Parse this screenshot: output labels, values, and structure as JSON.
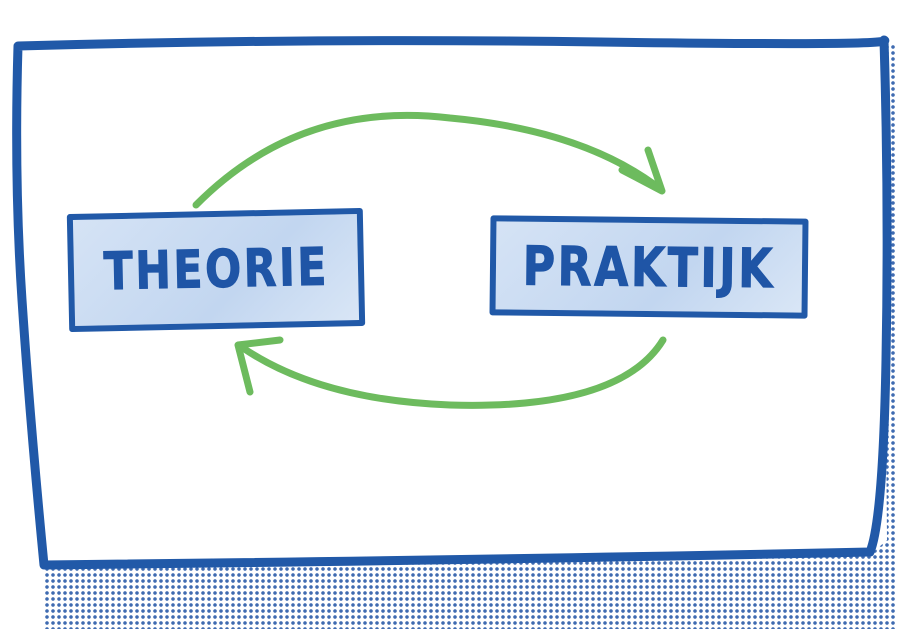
{
  "diagram": {
    "nodes": [
      {
        "id": "theorie",
        "label": "THEORIE"
      },
      {
        "id": "praktijk",
        "label": "PRAKTIJK"
      }
    ],
    "edges": [
      {
        "from": "theorie",
        "to": "praktijk"
      },
      {
        "from": "praktijk",
        "to": "theorie"
      }
    ]
  },
  "colors": {
    "frame": "#2159a8",
    "box_fill": "#c9dbf2",
    "text": "#1f55a6",
    "arrow": "#6dbb5e",
    "halftone": "#2a5aa8"
  }
}
